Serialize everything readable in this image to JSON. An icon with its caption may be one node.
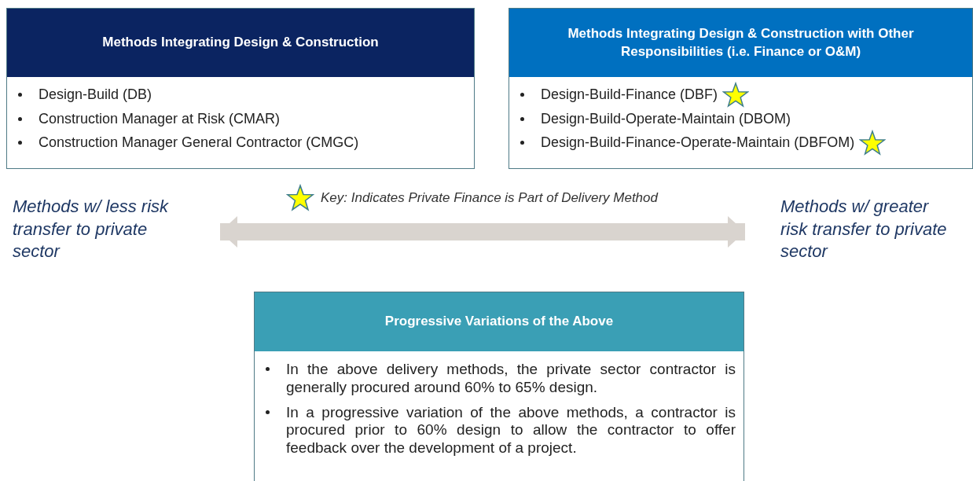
{
  "diagram": {
    "nodes": [
      {
        "text": [
          "Methods Integrating Design & Construction",
          "Design-Build (DB)",
          "Construction Manager at Risk (CMAR)",
          "Construction Manager General Contractor (CMGC)"
        ]
      },
      {
        "text": [
          "Methods Integrating Design & Construction with Other Responsibilities (i.e. Finance or O&M)",
          "Design-Build-Finance (DBF)",
          "Design-Build-Operate-Maintain (DBOM)",
          "Design-Build-Finance-Operate-Maintain (DBFOM)"
        ]
      },
      {
        "text": [
          "Methods w/ less risk transfer to private sector"
        ]
      },
      {
        "text": [
          "Methods w/ greater risk transfer to private sector"
        ]
      },
      {
        "text": [
          "Progressive Variations of the Above",
          "In the above delivery methods, the private sector contractor is generally procured around 60% to 65% design.",
          "In a progressive variation of the above methods, a contractor is procured prior to 60% design to allow the contractor to offer feedback over the development of a project."
        ]
      }
    ],
    "edges": [
      {
        "from": 2,
        "to": 3,
        "arrow": "both"
      }
    ],
    "legend": [
      {
        "text": "Key: Indicates Private Finance is Part of Delivery Method"
      }
    ]
  }
}
